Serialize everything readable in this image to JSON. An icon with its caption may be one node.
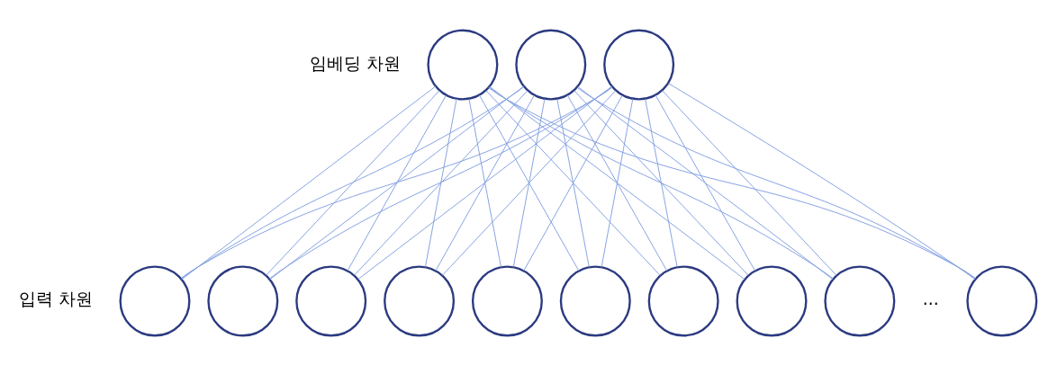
{
  "diagram": {
    "nodes": [
      {
        "text": [],
        "shape": "circle"
      },
      {
        "text": [],
        "shape": "circle"
      },
      {
        "text": [],
        "shape": "circle"
      },
      {
        "text": [],
        "shape": "circle"
      },
      {
        "text": [],
        "shape": "circle"
      },
      {
        "text": [],
        "shape": "circle"
      },
      {
        "text": [],
        "shape": "circle"
      },
      {
        "text": [],
        "shape": "circle"
      },
      {
        "text": [],
        "shape": "circle"
      },
      {
        "text": [],
        "shape": "circle"
      },
      {
        "text": [],
        "shape": "circle"
      },
      {
        "text": [],
        "shape": "circle"
      },
      {
        "text": [],
        "shape": "circle"
      }
    ],
    "edges": [
      {
        "from": 0,
        "to": 3,
        "arrow": "none"
      },
      {
        "from": 0,
        "to": 4,
        "arrow": "none"
      },
      {
        "from": 0,
        "to": 5,
        "arrow": "none"
      },
      {
        "from": 0,
        "to": 6,
        "arrow": "none"
      },
      {
        "from": 0,
        "to": 7,
        "arrow": "none"
      },
      {
        "from": 0,
        "to": 8,
        "arrow": "none"
      },
      {
        "from": 0,
        "to": 9,
        "arrow": "none"
      },
      {
        "from": 0,
        "to": 10,
        "arrow": "none"
      },
      {
        "from": 0,
        "to": 11,
        "arrow": "none"
      },
      {
        "from": 0,
        "to": 12,
        "arrow": "none"
      },
      {
        "from": 1,
        "to": 3,
        "arrow": "none"
      },
      {
        "from": 1,
        "to": 4,
        "arrow": "none"
      },
      {
        "from": 1,
        "to": 5,
        "arrow": "none"
      },
      {
        "from": 1,
        "to": 6,
        "arrow": "none"
      },
      {
        "from": 1,
        "to": 7,
        "arrow": "none"
      },
      {
        "from": 1,
        "to": 8,
        "arrow": "none"
      },
      {
        "from": 1,
        "to": 9,
        "arrow": "none"
      },
      {
        "from": 1,
        "to": 10,
        "arrow": "none"
      },
      {
        "from": 1,
        "to": 11,
        "arrow": "none"
      },
      {
        "from": 1,
        "to": 12,
        "arrow": "none"
      },
      {
        "from": 2,
        "to": 3,
        "arrow": "none"
      },
      {
        "from": 2,
        "to": 4,
        "arrow": "none"
      },
      {
        "from": 2,
        "to": 5,
        "arrow": "none"
      },
      {
        "from": 2,
        "to": 6,
        "arrow": "none"
      },
      {
        "from": 2,
        "to": 7,
        "arrow": "none"
      },
      {
        "from": 2,
        "to": 8,
        "arrow": "none"
      },
      {
        "from": 2,
        "to": 9,
        "arrow": "none"
      },
      {
        "from": 2,
        "to": 10,
        "arrow": "none"
      },
      {
        "from": 2,
        "to": 11,
        "arrow": "none"
      },
      {
        "from": 2,
        "to": 12,
        "arrow": "none"
      }
    ],
    "labels": [
      "임베딩 차원",
      "입력 차원",
      "..."
    ]
  }
}
